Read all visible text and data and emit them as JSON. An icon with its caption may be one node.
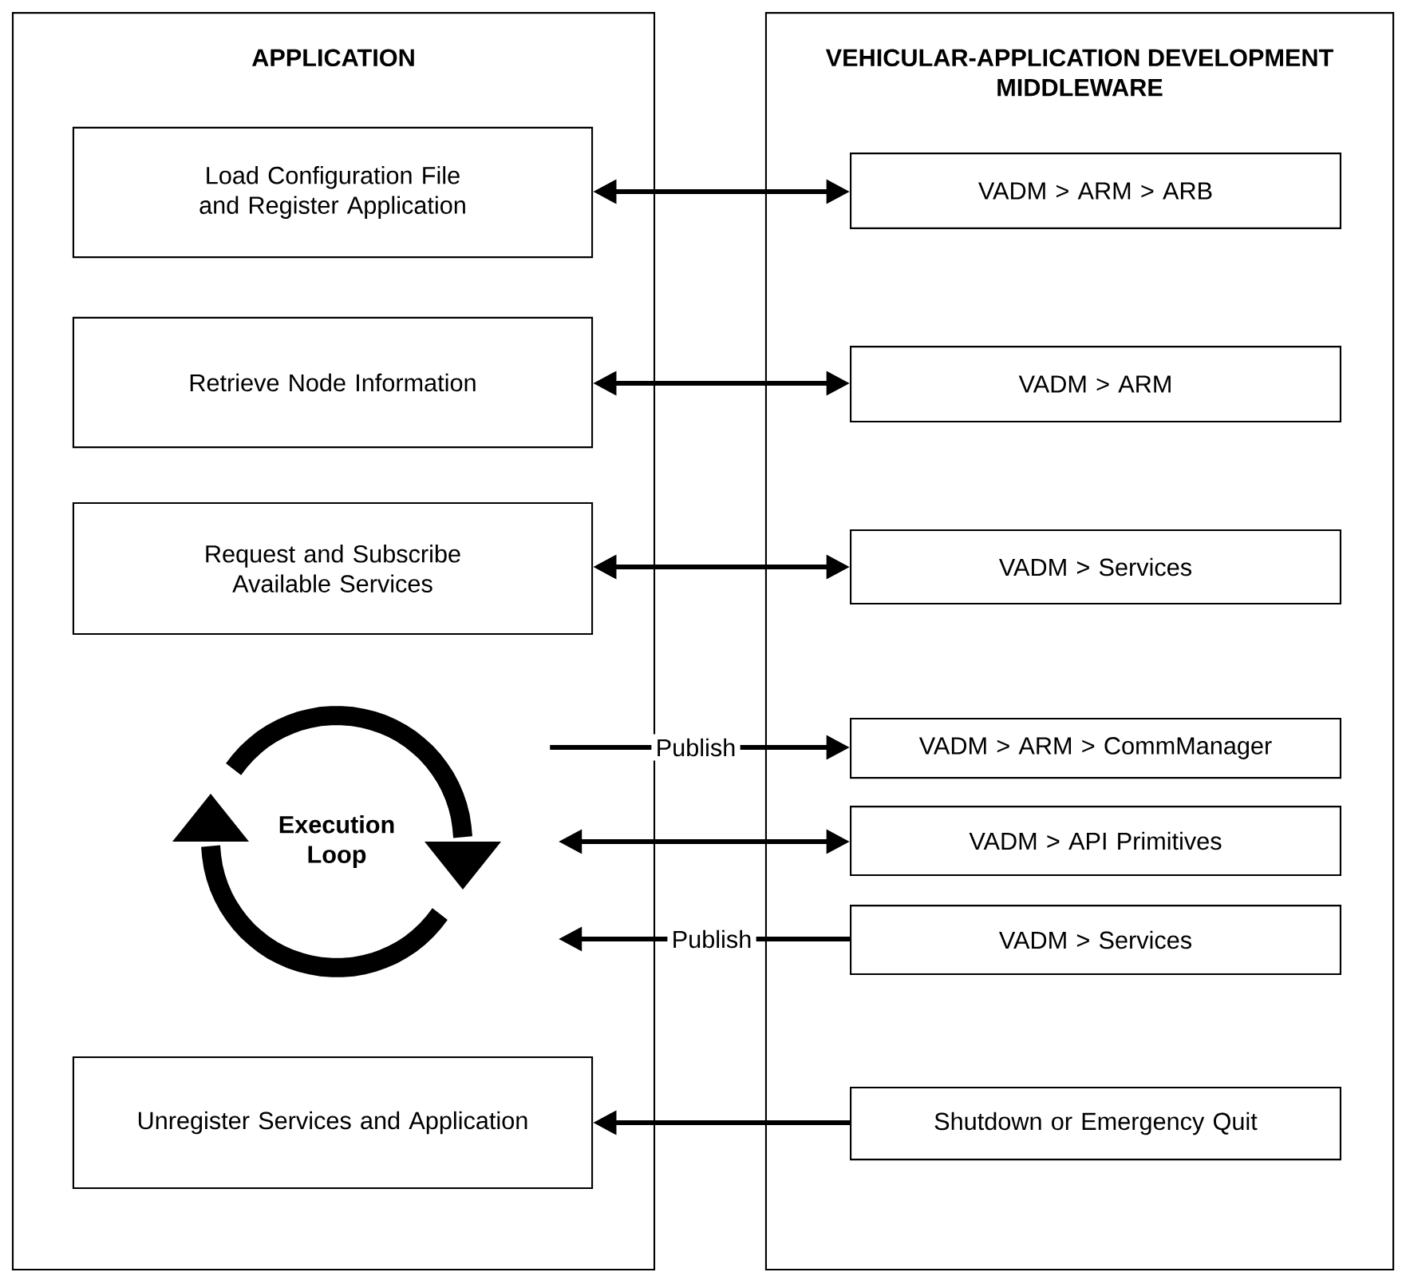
{
  "diagram": {
    "nodes": [
      {
        "text": [
          "APPLICATION"
        ]
      },
      {
        "text": [
          "VEHICULAR-APPLICATION DEVELOPMENT MIDDLEWARE"
        ]
      },
      {
        "text": [
          "Load Configuration File and Register Application"
        ],
        "in": 0
      },
      {
        "text": [
          "Retrieve Node Information"
        ],
        "in": 0
      },
      {
        "text": [
          "Request and Subscribe Available Services"
        ],
        "in": 0
      },
      {
        "text": [
          "Execution Loop"
        ],
        "in": 0
      },
      {
        "text": [
          "Unregister Services and Application"
        ],
        "in": 0
      },
      {
        "text": [
          "VADM > ARM > ARB"
        ],
        "in": 1
      },
      {
        "text": [
          "VADM > ARM"
        ],
        "in": 1
      },
      {
        "text": [
          "VADM > Services"
        ],
        "in": 1
      },
      {
        "text": [
          "VADM > ARM > CommManager"
        ],
        "in": 1
      },
      {
        "text": [
          "VADM > API Primitives"
        ],
        "in": 1
      },
      {
        "text": [
          "VADM > Services"
        ],
        "in": 1
      },
      {
        "text": [
          "Shutdown or Emergency Quit"
        ],
        "in": 1
      }
    ],
    "edges": [
      {
        "from": 2,
        "to": 7,
        "arrow": "both"
      },
      {
        "from": 3,
        "to": 8,
        "arrow": "both"
      },
      {
        "from": 4,
        "to": 9,
        "arrow": "both"
      },
      {
        "from": 5,
        "to": 10,
        "arrow": "to",
        "label": "Publish"
      },
      {
        "from": 5,
        "to": 11,
        "arrow": "both"
      },
      {
        "from": 12,
        "to": 5,
        "arrow": "to",
        "label": "Publish"
      },
      {
        "from": 13,
        "to": 6,
        "arrow": "to"
      }
    ]
  }
}
